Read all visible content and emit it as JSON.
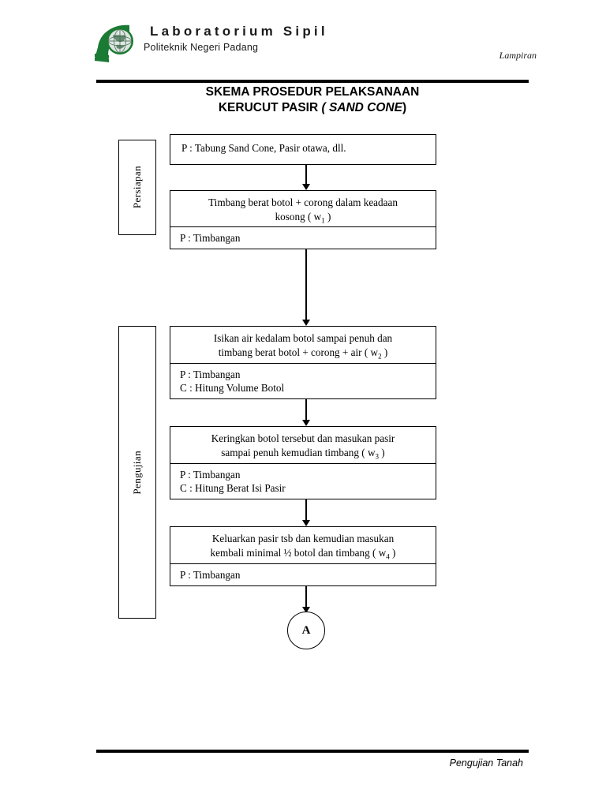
{
  "header": {
    "org_title": "Laboratorium Sipil",
    "org_subtitle": "Politeknik Negeri Padang",
    "note": "Lampiran",
    "logo_icon": "green-book-globe-logo"
  },
  "document": {
    "title_line1": "SKEMA PROSEDUR PELAKSANAAN",
    "title_line2_plain": "KERUCUT PASIR",
    "title_line2_italic": "( SAND CONE",
    "title_line2_tail": ")"
  },
  "footer": {
    "note": "Pengujian Tanah"
  },
  "phases": [
    {
      "label": "Persiapan"
    },
    {
      "label": "Pengujian"
    }
  ],
  "steps": [
    {
      "id": "step-1",
      "action": "P : Tabung Sand Cone, Pasir otawa, dll.",
      "action_only": true,
      "notes": []
    },
    {
      "id": "step-2",
      "action_line1": "Timbang berat botol + corong dalam keadaan",
      "action_line2_pre": "kosong ( w",
      "action_line2_sub": "1",
      "action_line2_post": " )",
      "notes": [
        "P : Timbangan"
      ]
    },
    {
      "id": "step-3",
      "action_line1": "Isikan air kedalam botol sampai penuh dan",
      "action_line2_pre": "timbang berat botol + corong + air ( w",
      "action_line2_sub": "2",
      "action_line2_post": " )",
      "notes": [
        "P : Timbangan",
        "C : Hitung Volume Botol"
      ]
    },
    {
      "id": "step-4",
      "action_line1": "Keringkan botol tersebut dan masukan pasir",
      "action_line2_pre": "sampai penuh kemudian timbang ( w",
      "action_line2_sub": "3",
      "action_line2_post": " )",
      "notes": [
        "P : Timbangan",
        "C : Hitung Berat Isi Pasir"
      ]
    },
    {
      "id": "step-5",
      "action_line1": "Keluarkan pasir tsb dan kemudian masukan",
      "action_line2_pre": "kembali minimal ½ botol dan timbang ( w",
      "action_line2_sub": "4",
      "action_line2_post": " )",
      "notes": [
        "P : Timbangan"
      ]
    }
  ],
  "terminal": {
    "label": "A"
  },
  "colors": {
    "ink": "#000000",
    "logo_green": "#1b7a33",
    "page": "#ffffff"
  }
}
